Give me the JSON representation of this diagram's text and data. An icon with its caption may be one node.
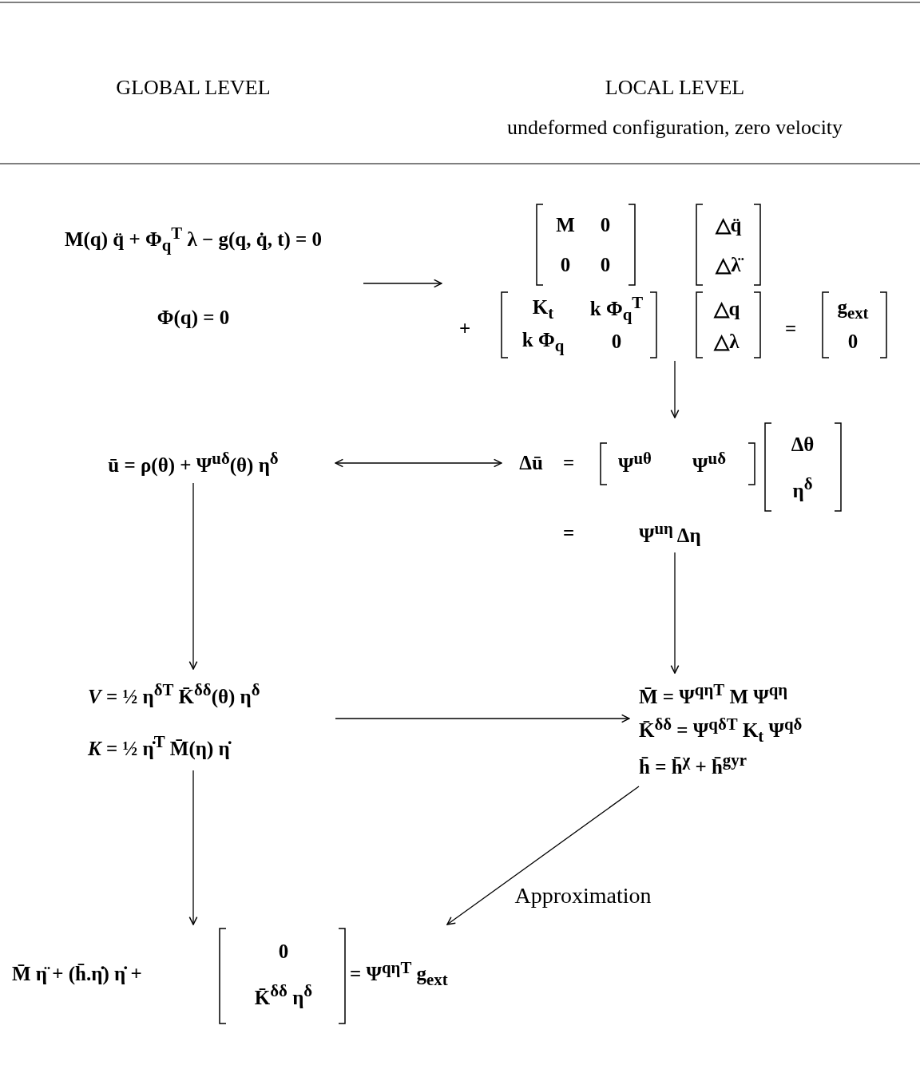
{
  "diagram": {
    "nodes": [
      {
        "text": [
          "M(q) q̈ + Φ$_{q}$$^{T}$ λ − g(q, q̇, t) = 0",
          "Φ(q) = 0"
        ]
      },
      {
        "text": [
          "M",
          "0",
          "0",
          "0",
          "△q̈",
          "△λ̈",
          "+",
          "K$_{t}$",
          "k Φ$_{q}$$^{T}$",
          "k Φ$_{q}$",
          "0",
          "△q",
          "△λ",
          "=",
          "g$_{ext}$",
          "0"
        ]
      },
      {
        "text": [
          "ū = ρ(θ) + Ψ$^{uδ}$(θ) η$^{δ}$"
        ]
      },
      {
        "text": [
          "Δū",
          "=",
          "Ψ$^{uθ}$",
          "Ψ$^{uδ}$",
          "Δθ",
          "η$^{δ}$",
          "=",
          "Ψ$^{uη}$ Δη"
        ]
      },
      {
        "text": [
          "*V* = ½ η$^{δT}$ K̄$^{δδ}$(θ) η$^{δ}$",
          "*K* = ½ η̇$^{T}$ M̄(η) η̇"
        ]
      },
      {
        "text": [
          "M̄ = Ψ$^{qηT}$ M Ψ$^{qη}$",
          "K̄$^{δδ}$ = Ψ$^{qδT}$ K$_{t}$ Ψ$^{qδ}$",
          "h̄ = h̄$^{χ}$ + h̄$^{gyr}$"
        ]
      },
      {
        "text": [
          "M̄ η̈ + (h̄.η̇) η̇ +",
          "0",
          "K̄$^{δδ}$ η$^{δ}$",
          "= Ψ$^{qηT}$ g$_{ext}$"
        ]
      }
    ],
    "edges": [
      {
        "from": 0,
        "to": 1,
        "arrow": "to"
      },
      {
        "from": 1,
        "to": 3,
        "arrow": "to"
      },
      {
        "from": 2,
        "to": 3,
        "arrow": "both"
      },
      {
        "from": 2,
        "to": 4,
        "arrow": "to"
      },
      {
        "from": 3,
        "to": 5,
        "arrow": "to"
      },
      {
        "from": 4,
        "to": 5,
        "arrow": "to"
      },
      {
        "from": 4,
        "to": 6,
        "arrow": "to"
      },
      {
        "from": 5,
        "to": 6,
        "arrow": "to",
        "label": "Approximation"
      }
    ],
    "labels": [
      "GLOBAL LEVEL",
      "LOCAL LEVEL",
      "undeformed configuration, zero velocity"
    ]
  }
}
